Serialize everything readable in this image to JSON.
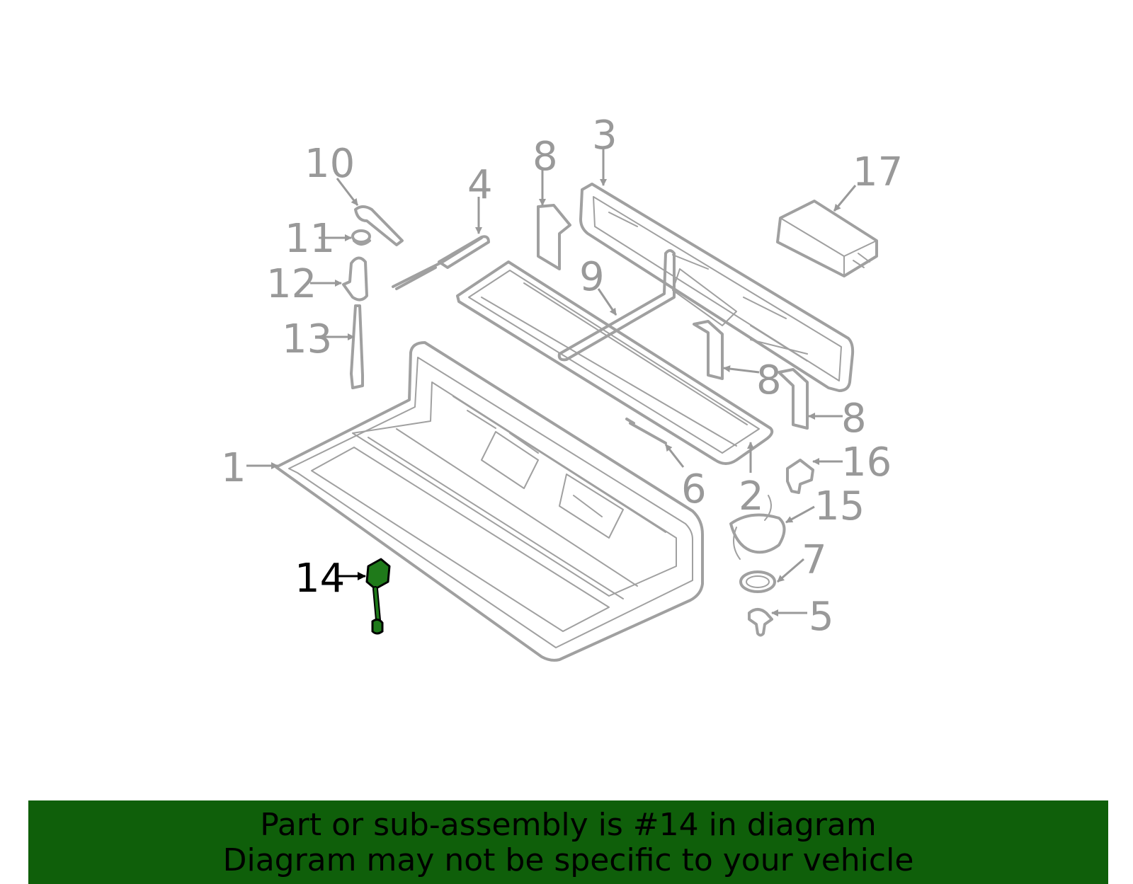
{
  "diagram": {
    "callouts": [
      "1",
      "2",
      "3",
      "4",
      "5",
      "6",
      "7",
      "8",
      "8",
      "8",
      "9",
      "10",
      "11",
      "12",
      "13",
      "14",
      "15",
      "16",
      "17"
    ],
    "highlighted_callout": "14",
    "highlight_color": "#1f7a1a",
    "part_color": "#a0a0a0"
  },
  "banner": {
    "line1": "Part or sub-assembly is #14 in diagram",
    "line2": "Diagram may not be specific to your vehicle",
    "background": "#0f5f0a"
  }
}
